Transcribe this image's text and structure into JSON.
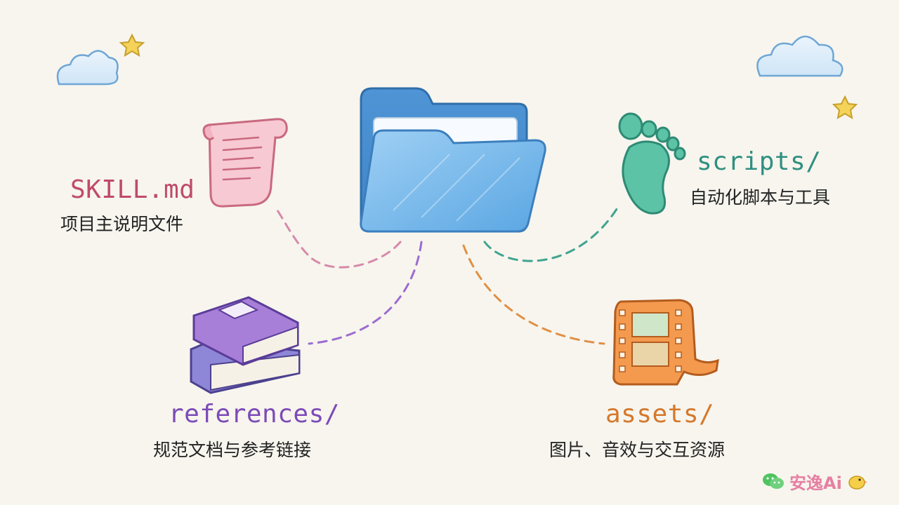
{
  "nodes": {
    "skill": {
      "title": "SKILL.md",
      "desc": "项目主说明文件"
    },
    "scripts": {
      "title": "scripts/",
      "desc": "自动化脚本与工具"
    },
    "references": {
      "title": "references/",
      "desc": "规范文档与参考链接"
    },
    "assets": {
      "title": "assets/",
      "desc": "图片、音效与交互资源"
    }
  },
  "watermark": {
    "text": "安逸Ai"
  },
  "colors": {
    "skill": "#c04a6a",
    "scripts": "#2f8f80",
    "references": "#7c4bb7",
    "assets": "#d5782b",
    "folder": "#5aa6e3",
    "watermark": "#e67fa3"
  },
  "icons": [
    "folder-icon",
    "scroll-icon",
    "footprint-icon",
    "books-icon",
    "film-strip-icon",
    "cloud-icon",
    "star-icon",
    "wechat-icon",
    "bird-icon"
  ]
}
